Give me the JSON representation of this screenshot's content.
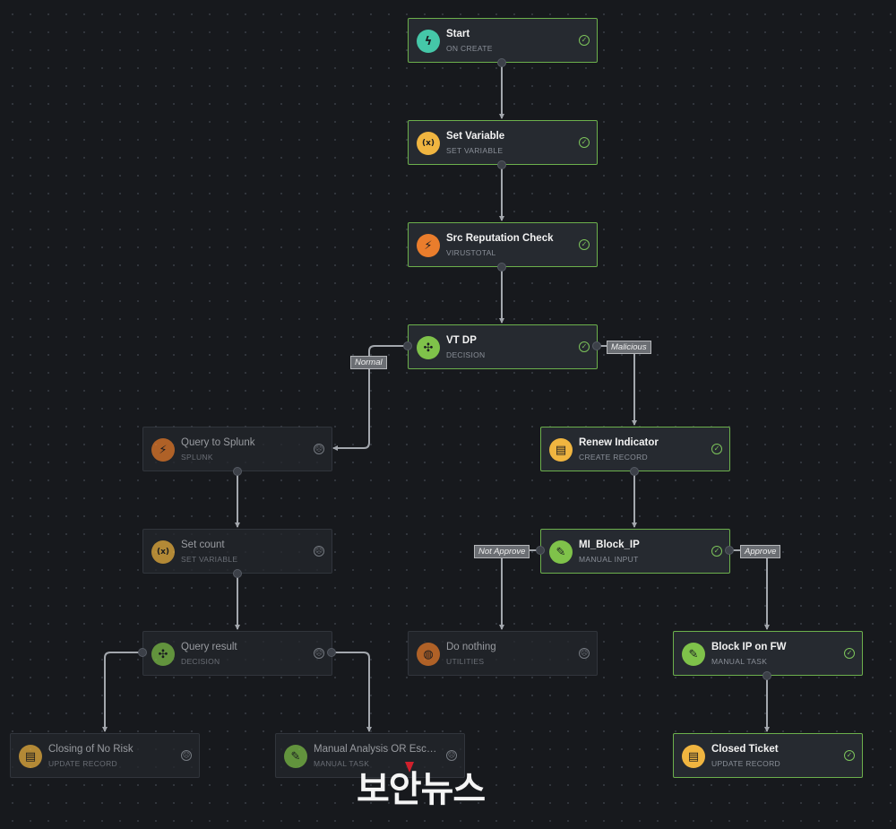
{
  "diagram": {
    "nodes": [
      {
        "id": "start",
        "title": "Start",
        "subtitle": "ON CREATE",
        "icon": "bolt-icon",
        "icon_glyph": "ϟ",
        "icon_color": "#45c7a8",
        "state": "active",
        "status": "ok"
      },
      {
        "id": "set_variable",
        "title": "Set Variable",
        "subtitle": "SET VARIABLE",
        "icon": "variable-icon",
        "icon_glyph": "(x)",
        "icon_color": "#f0b540",
        "state": "active",
        "status": "ok"
      },
      {
        "id": "src_reputation",
        "title": "Src Reputation Check",
        "subtitle": "VIRUSTOTAL",
        "icon": "plug-icon",
        "icon_color": "#ea7d2c",
        "icon_glyph": "⚡",
        "state": "active",
        "status": "ok"
      },
      {
        "id": "vt_dp",
        "title": "VT DP",
        "subtitle": "DECISION",
        "icon": "decision-icon",
        "icon_glyph": "✣",
        "icon_color": "#7fc24a",
        "state": "active",
        "status": "ok"
      },
      {
        "id": "query_splunk",
        "title": "Query to Splunk",
        "subtitle": "SPLUNK",
        "icon": "plug-icon",
        "icon_glyph": "⚡",
        "icon_color": "#ea7d2c",
        "state": "dim",
        "status": "pending"
      },
      {
        "id": "renew_indicator",
        "title": "Renew Indicator",
        "subtitle": "CREATE RECORD",
        "icon": "record-icon",
        "icon_glyph": "▤",
        "icon_color": "#f0b540",
        "state": "active",
        "status": "ok"
      },
      {
        "id": "set_count",
        "title": "Set count",
        "subtitle": "SET VARIABLE",
        "icon": "variable-icon",
        "icon_glyph": "(x)",
        "icon_color": "#f0b540",
        "state": "dim",
        "status": "pending"
      },
      {
        "id": "mi_block_ip",
        "title": "MI_Block_IP",
        "subtitle": "MANUAL INPUT",
        "icon": "pencil-icon",
        "icon_glyph": "✎",
        "icon_color": "#7fc24a",
        "state": "active",
        "status": "ok"
      },
      {
        "id": "query_result",
        "title": "Query result",
        "subtitle": "DECISION",
        "icon": "decision-icon",
        "icon_glyph": "✣",
        "icon_color": "#7fc24a",
        "state": "dim",
        "status": "pending"
      },
      {
        "id": "do_nothing",
        "title": "Do nothing",
        "subtitle": "UTILITIES",
        "icon": "lightbulb-icon",
        "icon_glyph": "◍",
        "icon_color": "#ea7d2c",
        "state": "dim",
        "status": "pending"
      },
      {
        "id": "block_ip_fw",
        "title": "Block IP on FW",
        "subtitle": "MANUAL TASK",
        "icon": "task-icon",
        "icon_glyph": "✎",
        "icon_color": "#7fc24a",
        "state": "active",
        "status": "ok"
      },
      {
        "id": "closing_no_risk",
        "title": "Closing of No Risk",
        "subtitle": "UPDATE RECORD",
        "icon": "record-icon",
        "icon_glyph": "▤",
        "icon_color": "#f0b540",
        "state": "dim",
        "status": "pending"
      },
      {
        "id": "manual_analysis",
        "title": "Manual Analysis OR Escal...",
        "subtitle": "MANUAL TASK",
        "icon": "task-icon",
        "icon_glyph": "✎",
        "icon_color": "#7fc24a",
        "state": "dim",
        "status": "pending"
      },
      {
        "id": "closed_ticket",
        "title": "Closed Ticket",
        "subtitle": "UPDATE RECORD",
        "icon": "record-icon",
        "icon_glyph": "▤",
        "icon_color": "#f0b540",
        "state": "active",
        "status": "ok"
      }
    ],
    "edge_labels": {
      "normal": "Normal",
      "malicious": "Malicious",
      "not_approve": "Not Approve",
      "approve": "Approve"
    },
    "status_glyphs": {
      "ok": "✓",
      "pending": "☹"
    },
    "colors": {
      "edge": "#a3a7ad",
      "active_border": "#6cb04c",
      "background": "#17191d"
    }
  },
  "watermark": {
    "text": "보안뉴스",
    "accent_color": "#d0202c"
  }
}
